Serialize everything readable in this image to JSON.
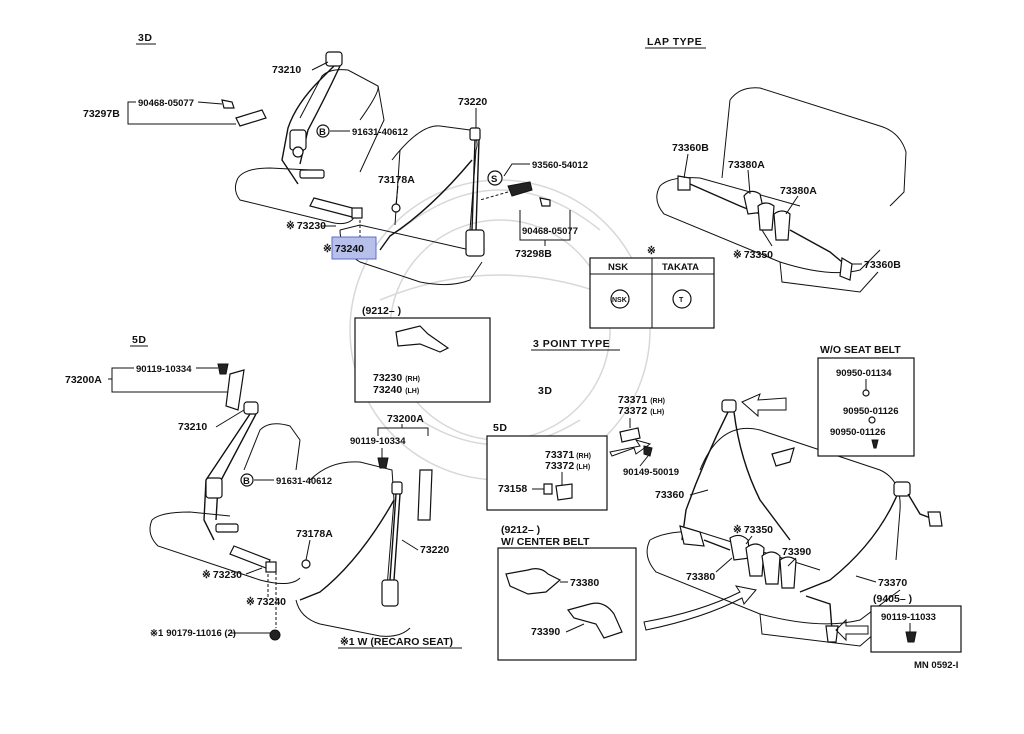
{
  "sections": {
    "top_3d": "3D",
    "lap_type": "LAP TYPE",
    "five_d": "5D",
    "three_point": "3 POINT TYPE",
    "three_point_3d": "3D",
    "three_point_5d": "5D",
    "wo_seat_belt": "W/O SEAT BELT",
    "w_center_belt": "W/ CENTER BELT",
    "center_date": "(9212–      )",
    "buckle_date": "(9212–          )",
    "bracket_date": "(9405–        )"
  },
  "top_left": {
    "p73210": "73210",
    "p90468a": "90468-05077",
    "p73297b": "73297B",
    "p91631": "91631-40612",
    "p73220": "73220",
    "p73178a": "73178A",
    "p93560": "93560-54012",
    "p73230": "73230",
    "p73240": "73240",
    "p90468b": "90468-05077",
    "p73298b": "73298B",
    "mark_b": "B",
    "mark_s": "S",
    "asterisk": "※"
  },
  "lap": {
    "p73360b_a": "73360B",
    "p73380a_a": "73380A",
    "p73380a_b": "73380A",
    "p73350": "73350",
    "p73360b_b": "73360B"
  },
  "maker_table": {
    "asterisk": "※",
    "col1": "NSK",
    "col2": "TAKATA",
    "logo1": "NSK",
    "logo2": "T"
  },
  "buckle_box": {
    "p73230": "73230",
    "p73230_side": "(RH)",
    "p73240": "73240",
    "p73240_side": "(LH)"
  },
  "five_d_left": {
    "p73200a": "73200A",
    "p90119a": "90119-10334",
    "p73210": "73210",
    "p91631": "91631-40612",
    "p73178a": "73178A",
    "p73200a_b": "73200A",
    "p90119b": "90119-10334",
    "p73220": "73220",
    "p73230": "73230",
    "p73240": "73240",
    "p90179": "90179-11016 (2)",
    "p90179_prefix": "※1",
    "recaro": "※1 W (RECARO SEAT)",
    "mark_b": "B"
  },
  "three_point_parts": {
    "p73371_top": "73371",
    "p73371_top_side": "(RH)",
    "p73372_top": "73372",
    "p73372_top_side": "(LH)",
    "p73371_box": "73371",
    "p73371_box_side": "(RH)",
    "p73372_box": "73372",
    "p73372_box_side": "(LH)",
    "p73158": "73158",
    "p90149": "90149-50019",
    "p73360": "73360",
    "p73350": "73350",
    "p73380": "73380",
    "p73390": "73390",
    "p73370": "73370",
    "p73380_box": "73380",
    "p73390_box": "73390"
  },
  "wo_belt": {
    "p90950a": "90950-01134",
    "p90950b": "90950-01126",
    "p90950c": "90950-01126"
  },
  "bracket": {
    "p90119": "90119-11033"
  },
  "footer": {
    "code": "MN 0592-I"
  }
}
